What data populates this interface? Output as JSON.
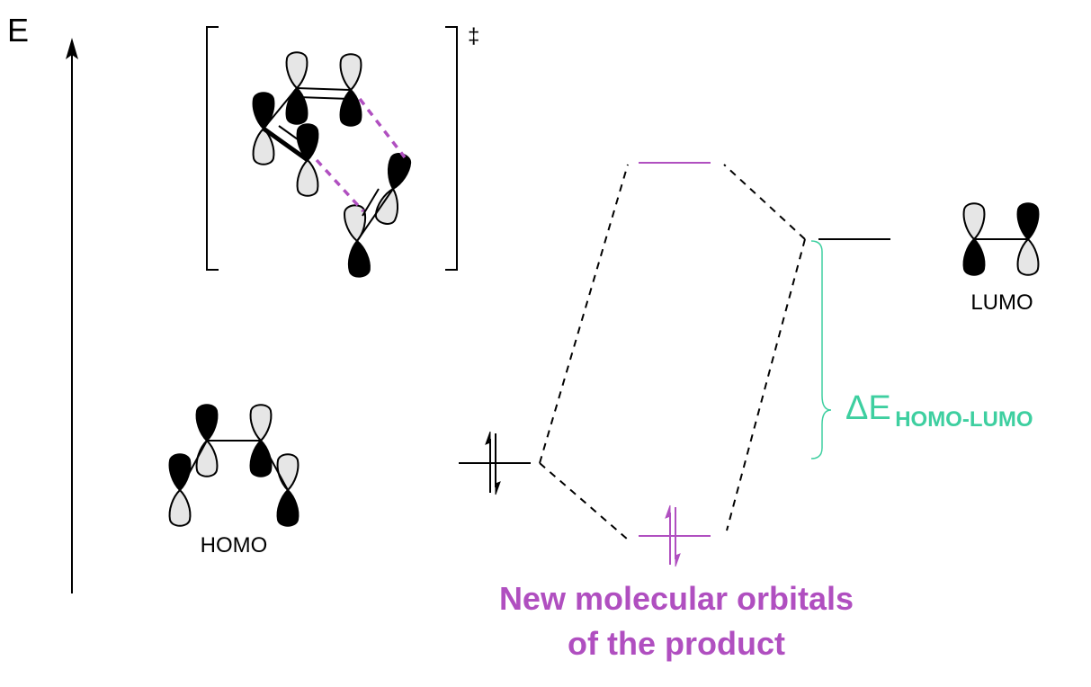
{
  "labels": {
    "energy_axis": "E",
    "transition_state_mark": "‡",
    "homo": "HOMO",
    "lumo": "LUMO",
    "delta_e_symbol": "ΔE",
    "delta_e_subscript": "HOMO-LUMO",
    "product_caption_line1": "New molecular orbitals",
    "product_caption_line2": "of the product"
  },
  "colors": {
    "black": "#000000",
    "lobe_light": "#e6e6e6",
    "purple": "#b04fc0",
    "teal": "#3ecfa0"
  }
}
